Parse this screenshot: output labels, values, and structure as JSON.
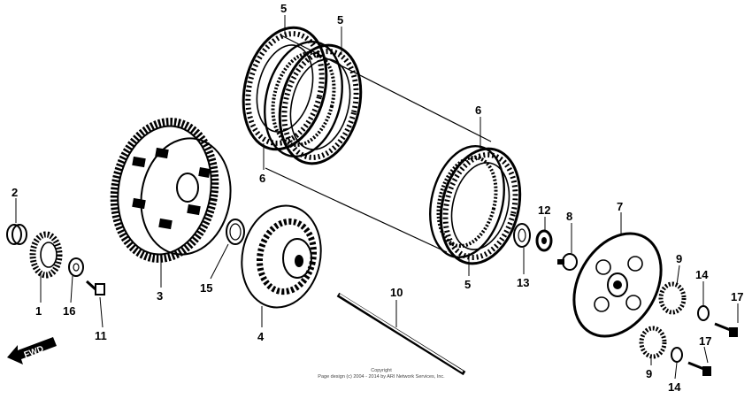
{
  "callouts": {
    "c1": "1",
    "c2": "2",
    "c3": "3",
    "c4": "4",
    "c5a": "5",
    "c5b": "5",
    "c5c": "5",
    "c6a": "6",
    "c6b": "6",
    "c7": "7",
    "c8": "8",
    "c9a": "9",
    "c9b": "9",
    "c10": "10",
    "c11": "11",
    "c12": "12",
    "c13": "13",
    "c14a": "14",
    "c14b": "14",
    "c15": "15",
    "c16": "16",
    "c17a": "17",
    "c17b": "17"
  },
  "direction_badge": "FWD",
  "copyright": {
    "line1": "Copyright",
    "line2": "Page design (c) 2004 - 2014 by ARI Network Services, Inc."
  },
  "colors": {
    "ink": "#000000",
    "paper": "#ffffff"
  }
}
